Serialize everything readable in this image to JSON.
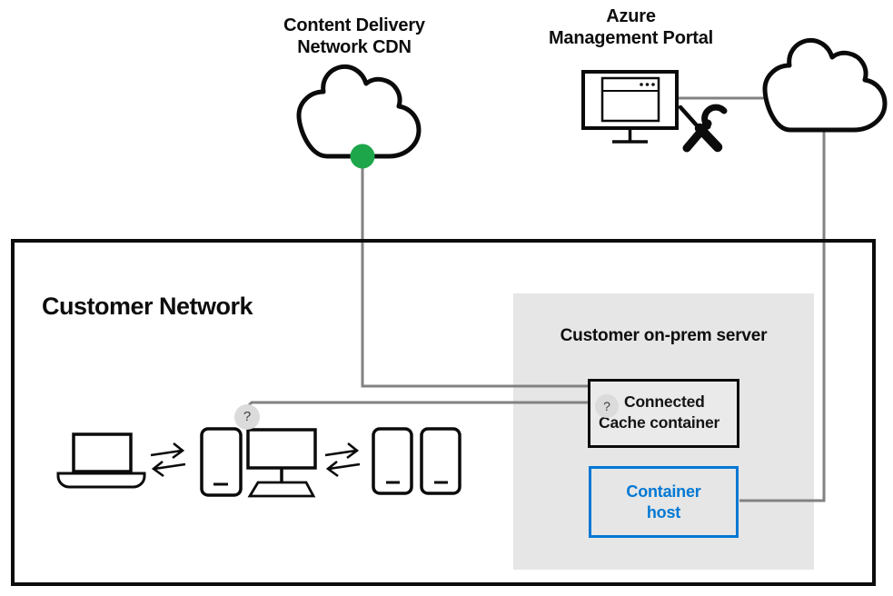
{
  "labels": {
    "cdn_line1": "Content Delivery",
    "cdn_line2": "Network CDN",
    "azure_line1": "Azure",
    "azure_line2": "Management Portal",
    "customer_network": "Customer Network",
    "on_prem_server": "Customer on-prem server",
    "cache_line1": "Connected",
    "cache_line2": "Cache container",
    "cache_badge": "?",
    "devices_badge": "?",
    "host_line1": "Container",
    "host_line2": "host"
  },
  "colors": {
    "accent_green": "#1ea64b",
    "accent_blue": "#0078d4",
    "panel_gray": "#e6e6e6",
    "connector_gray": "#828282",
    "badge_gray": "#dbdbdb",
    "outline_black": "#0b0b0b"
  },
  "icons": {
    "cdn": "cloud",
    "azure_portal": "monitor-browser",
    "azure_tools": "wrench-screwdriver",
    "remote_service": "cloud",
    "devices": [
      "laptop",
      "sync-arrows",
      "tablet",
      "desktop-computer",
      "sync-arrows",
      "tablet",
      "tablet"
    ],
    "badges": "question-mark"
  }
}
